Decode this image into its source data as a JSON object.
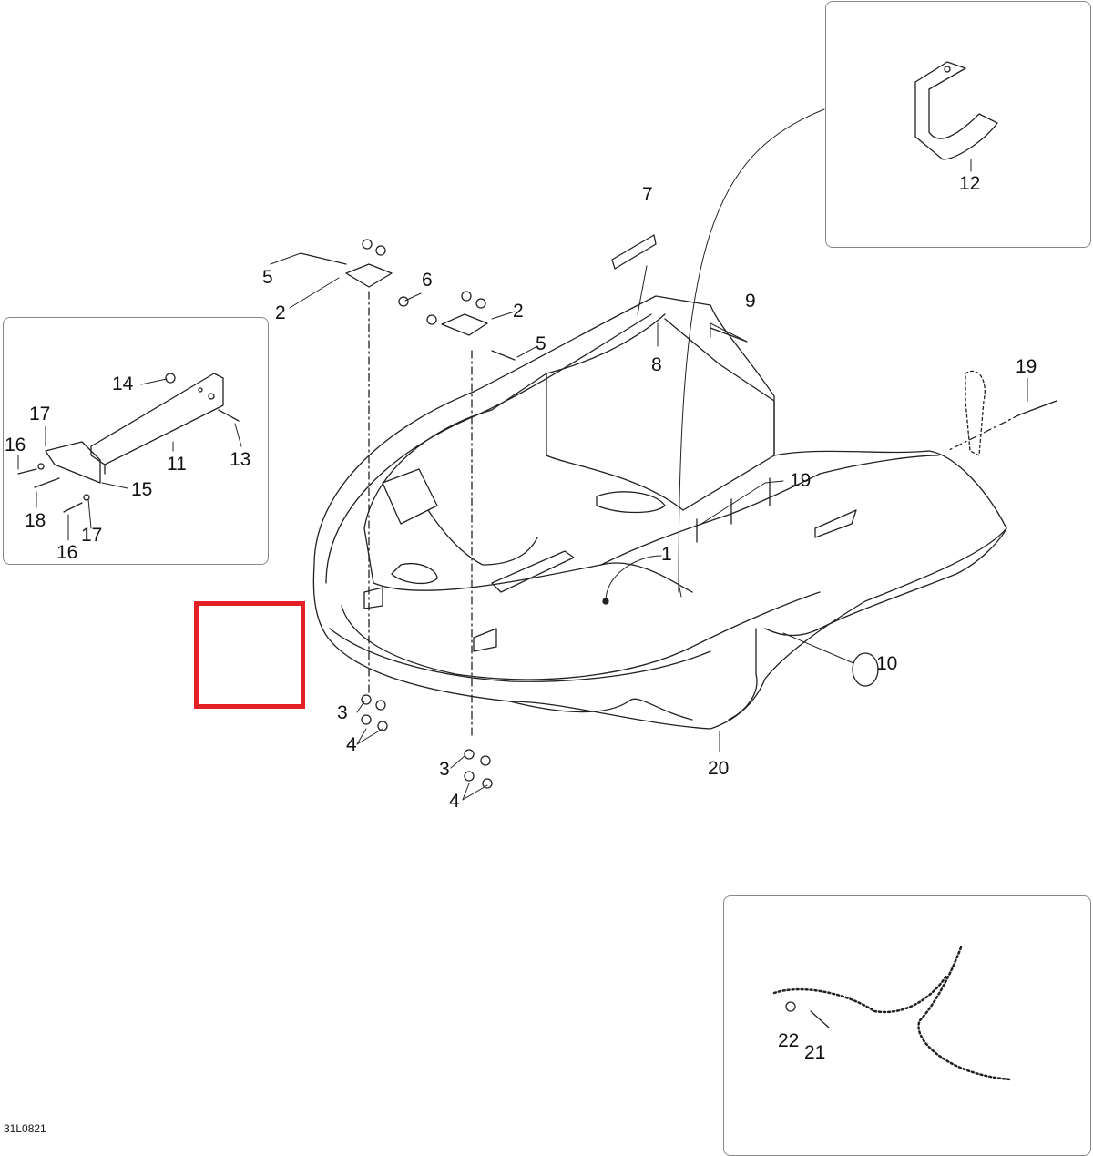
{
  "diagram": {
    "drawing_code": "31L0821",
    "callouts": [
      "1",
      "2",
      "2",
      "3",
      "3",
      "4",
      "4",
      "5",
      "5",
      "6",
      "7",
      "8",
      "9",
      "10",
      "11",
      "12",
      "13",
      "14",
      "15",
      "16",
      "16",
      "17",
      "17",
      "18",
      "19",
      "19",
      "20",
      "21",
      "22"
    ],
    "highlight_color": "#e32025",
    "line_color": "#222222",
    "inset_border_color": "#888888"
  }
}
